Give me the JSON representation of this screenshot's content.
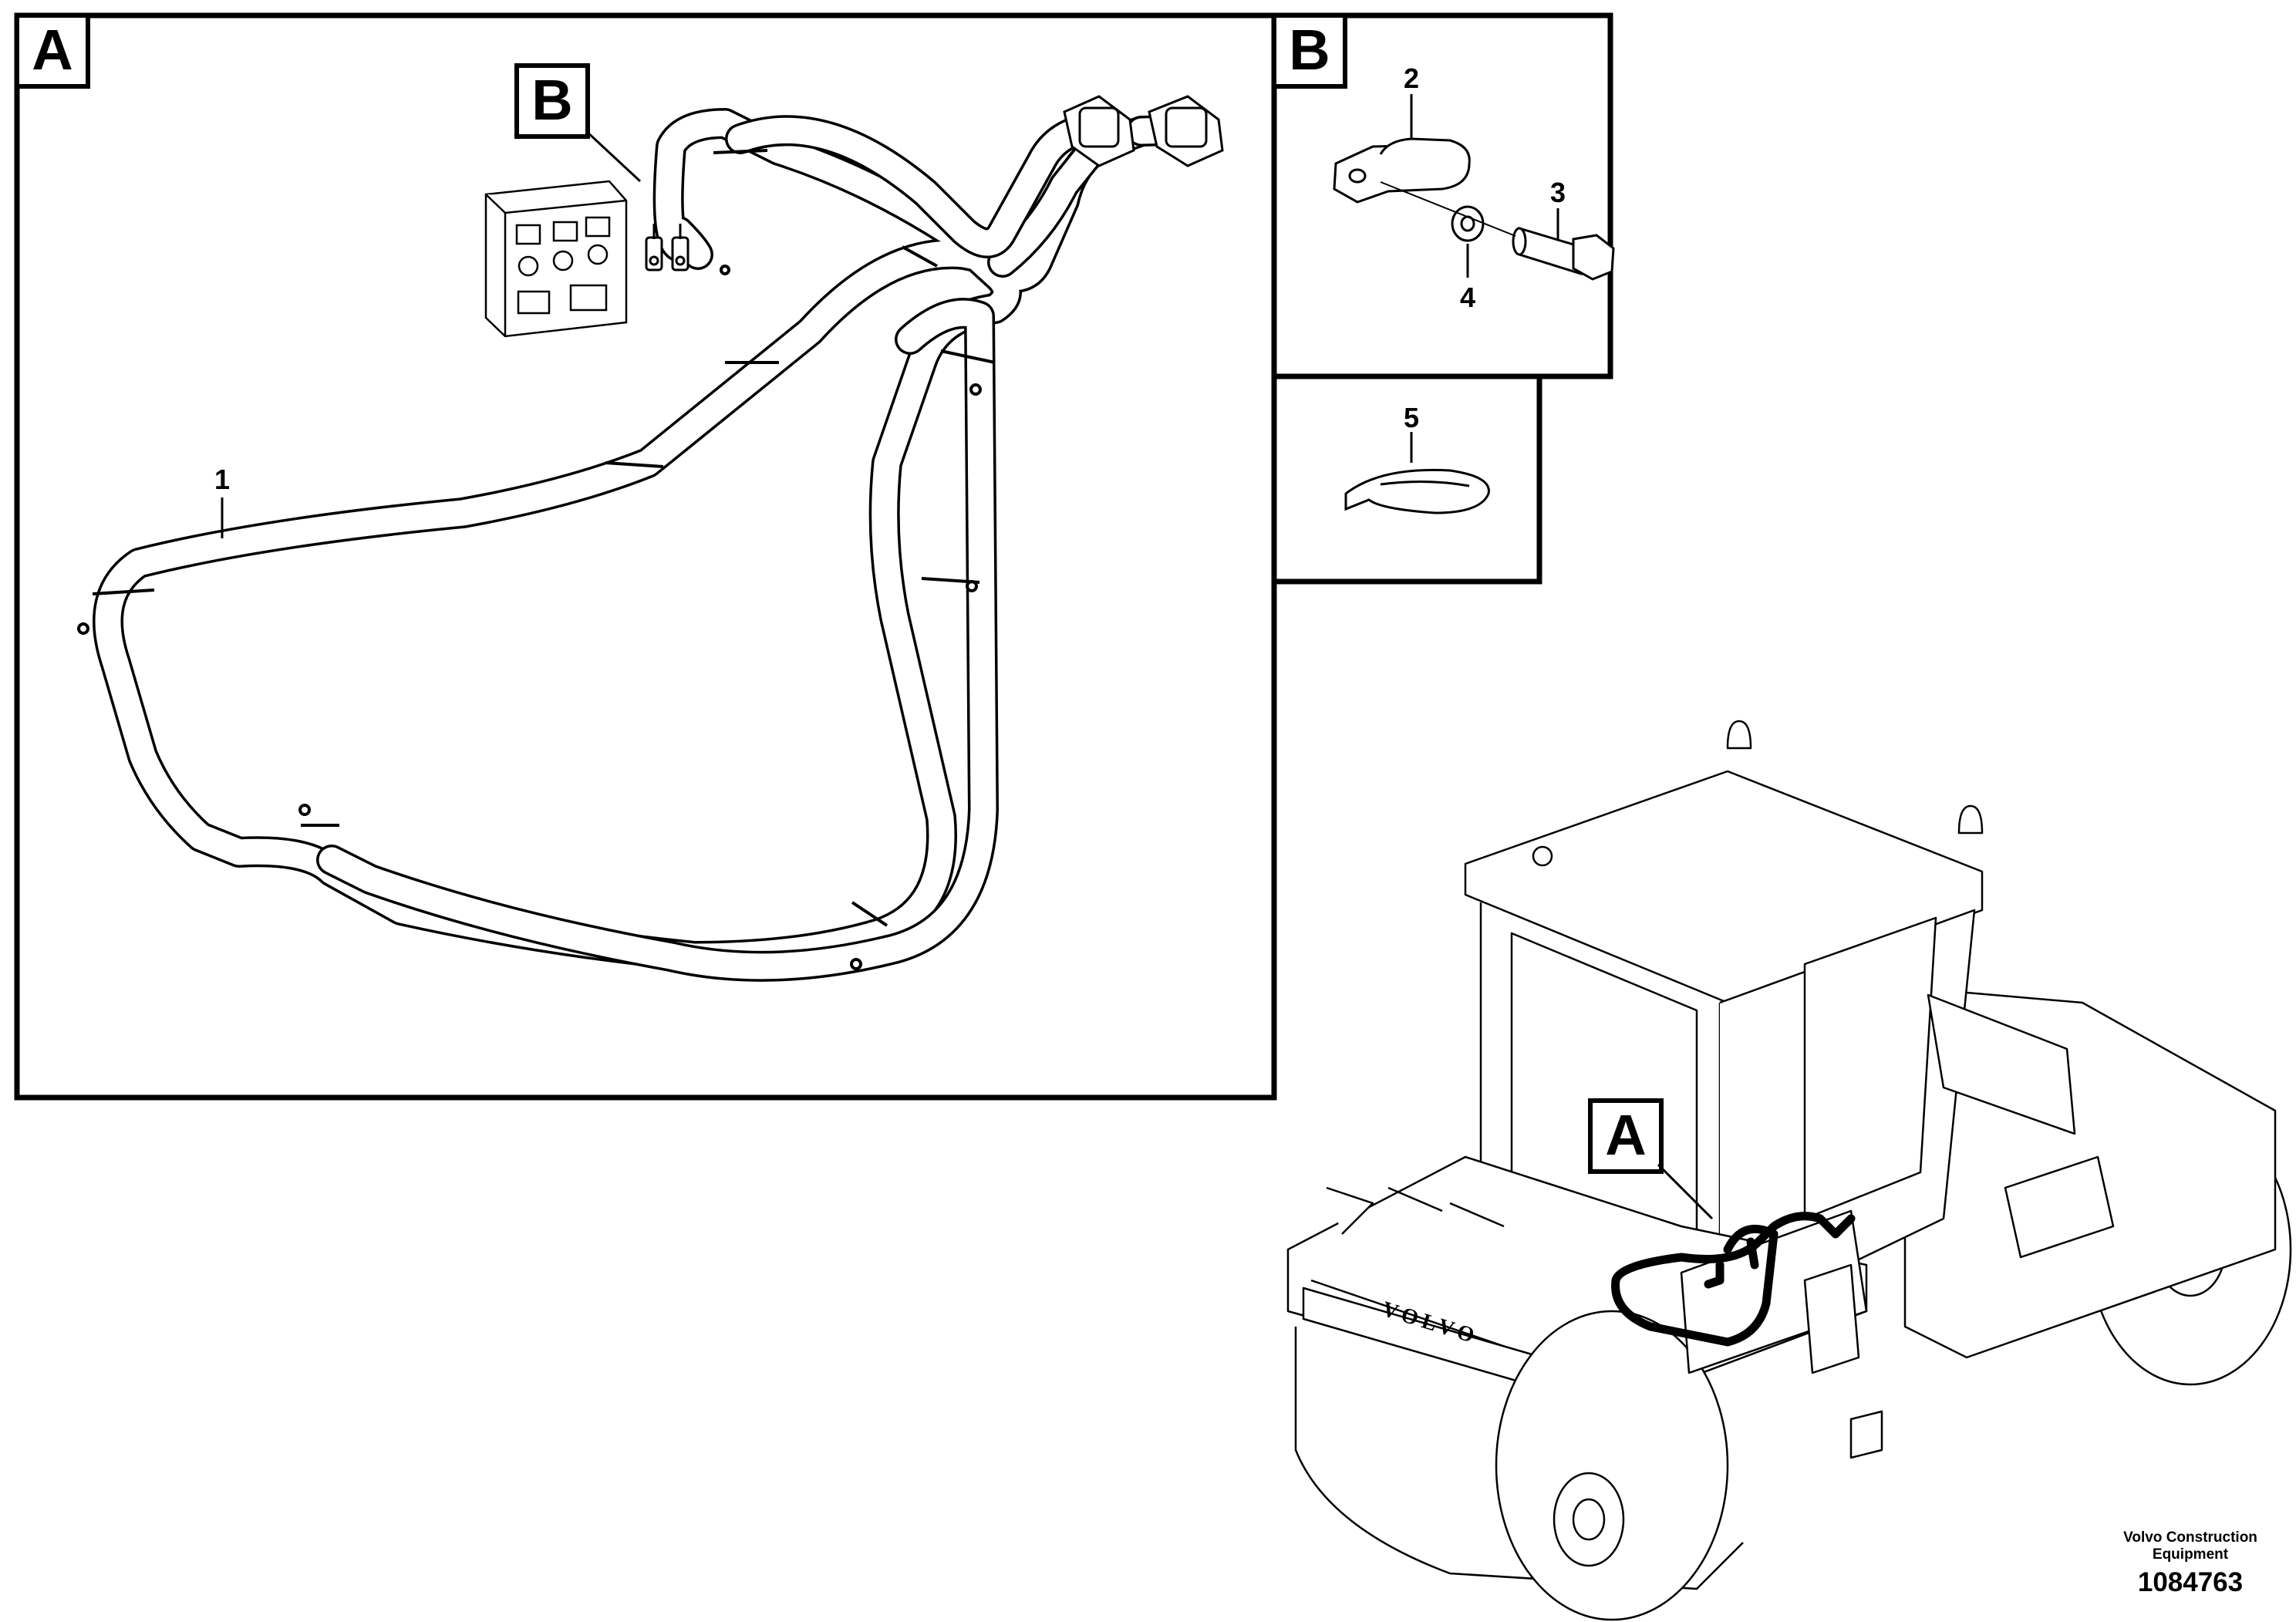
{
  "panels": {
    "panel_a_tag": "A",
    "panel_b_tag": "B",
    "detail_b_tag": "B",
    "machine_a_tag": "A"
  },
  "callouts": {
    "harness": "1",
    "clamp": "2",
    "screw": "3",
    "washer": "4",
    "cable_tie": "5"
  },
  "footer": {
    "company_line1": "Volvo Construction",
    "company_line2": "Equipment",
    "document_number": "1084763"
  },
  "logo_text": "VOLVO"
}
